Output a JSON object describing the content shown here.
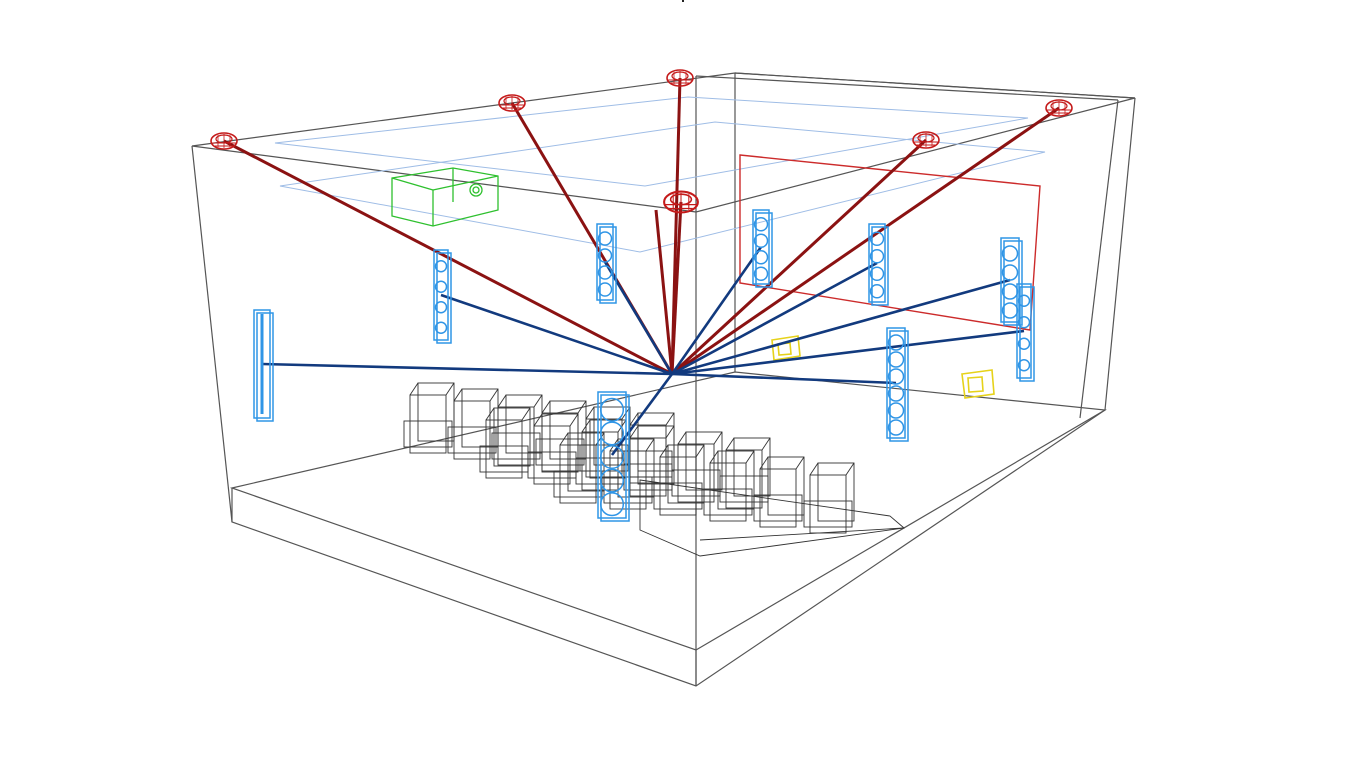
{
  "scene": {
    "kind": "3d-wireframe-room-speaker-layout",
    "background": "#ffffff",
    "colors": {
      "room_edge": "#555555",
      "ceiling_grid": "#9fbde6",
      "screen_frame": "#cc2b2b",
      "atmos_speaker": "#c41a1a",
      "height_ray": "#8b1212",
      "bed_speaker": "#2f95e6",
      "bed_ray": "#123a7e",
      "projector": "#2ec02e",
      "subwoofer": "#e6d21a",
      "seating": "#333333"
    },
    "icons": {
      "ceiling_speaker": "ceiling-speaker-icon",
      "tower_speaker": "tower-speaker-icon",
      "projector": "projector-icon",
      "subwoofer": "subwoofer-icon",
      "seat": "seat-icon"
    },
    "counts": {
      "ceiling_speakers": 6,
      "tower_speakers": 8,
      "subwoofers": 2,
      "projectors": 1
    }
  }
}
